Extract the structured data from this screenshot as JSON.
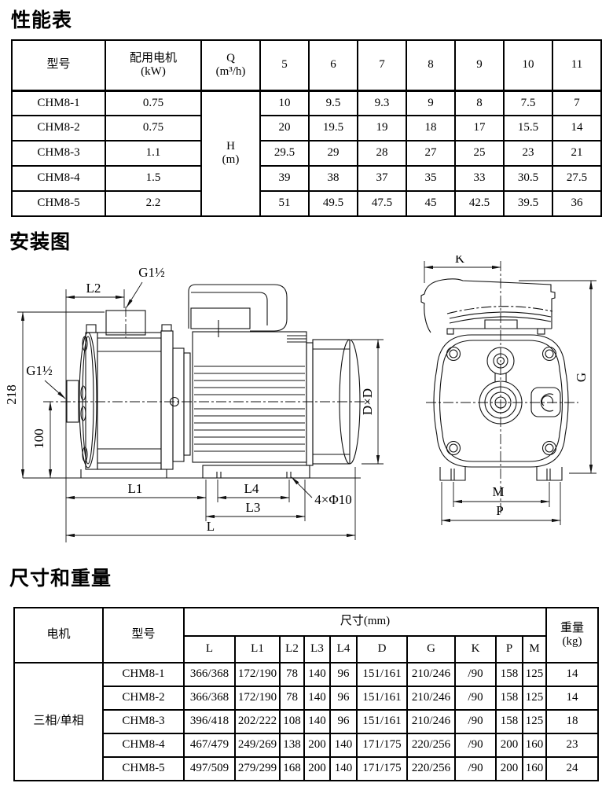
{
  "colors": {
    "ink": "#000000",
    "background": "#ffffff"
  },
  "sections": {
    "performance": "性能表",
    "installation": "安装图",
    "dimensions": "尺寸和重量"
  },
  "performance_table": {
    "header": {
      "model": "型号",
      "motor_line1": "配用电机",
      "motor_line2": "(kW)",
      "q_line1": "Q",
      "q_line2": "(m³/h)",
      "flows": [
        "5",
        "6",
        "7",
        "8",
        "9",
        "10",
        "11"
      ]
    },
    "h_line1": "H",
    "h_line2": "(m)",
    "rows": [
      {
        "model": "CHM8-1",
        "power": "0.75",
        "heads": [
          "10",
          "9.5",
          "9.3",
          "9",
          "8",
          "7.5",
          "7"
        ]
      },
      {
        "model": "CHM8-2",
        "power": "0.75",
        "heads": [
          "20",
          "19.5",
          "19",
          "18",
          "17",
          "15.5",
          "14"
        ]
      },
      {
        "model": "CHM8-3",
        "power": "1.1",
        "heads": [
          "29.5",
          "29",
          "28",
          "27",
          "25",
          "23",
          "21"
        ]
      },
      {
        "model": "CHM8-4",
        "power": "1.5",
        "heads": [
          "39",
          "38",
          "37",
          "35",
          "33",
          "30.5",
          "27.5"
        ]
      },
      {
        "model": "CHM8-5",
        "power": "2.2",
        "heads": [
          "51",
          "49.5",
          "47.5",
          "45",
          "42.5",
          "39.5",
          "36"
        ]
      }
    ]
  },
  "diagram": {
    "labels": {
      "l2": "L2",
      "g_top": "G1½",
      "g_left": "G1½",
      "v218": "218",
      "v100": "100",
      "l1": "L1",
      "l4": "L4",
      "l3": "L3",
      "l": "L",
      "holes": "4×Φ10",
      "dxd": "D×D",
      "k": "K",
      "g": "G",
      "m": "M",
      "p": "P"
    }
  },
  "dimension_table": {
    "header": {
      "motor": "电机",
      "model": "型号",
      "size": "尺寸(mm)",
      "weight_line1": "重量",
      "weight_line2": "(kg)",
      "dims": [
        "L",
        "L1",
        "L2",
        "L3",
        "L4",
        "D",
        "G",
        "K",
        "P",
        "M"
      ]
    },
    "motor_type": "三相/单相",
    "rows": [
      {
        "model": "CHM8-1",
        "values": [
          "366/368",
          "172/190",
          "78",
          "140",
          "96",
          "151/161",
          "210/246",
          "/90",
          "158",
          "125"
        ],
        "weight": "14"
      },
      {
        "model": "CHM8-2",
        "values": [
          "366/368",
          "172/190",
          "78",
          "140",
          "96",
          "151/161",
          "210/246",
          "/90",
          "158",
          "125"
        ],
        "weight": "14"
      },
      {
        "model": "CHM8-3",
        "values": [
          "396/418",
          "202/222",
          "108",
          "140",
          "96",
          "151/161",
          "210/246",
          "/90",
          "158",
          "125"
        ],
        "weight": "18"
      },
      {
        "model": "CHM8-4",
        "values": [
          "467/479",
          "249/269",
          "138",
          "200",
          "140",
          "171/175",
          "220/256",
          "/90",
          "200",
          "160"
        ],
        "weight": "23"
      },
      {
        "model": "CHM8-5",
        "values": [
          "497/509",
          "279/299",
          "168",
          "200",
          "140",
          "171/175",
          "220/256",
          "/90",
          "200",
          "160"
        ],
        "weight": "24"
      }
    ]
  }
}
